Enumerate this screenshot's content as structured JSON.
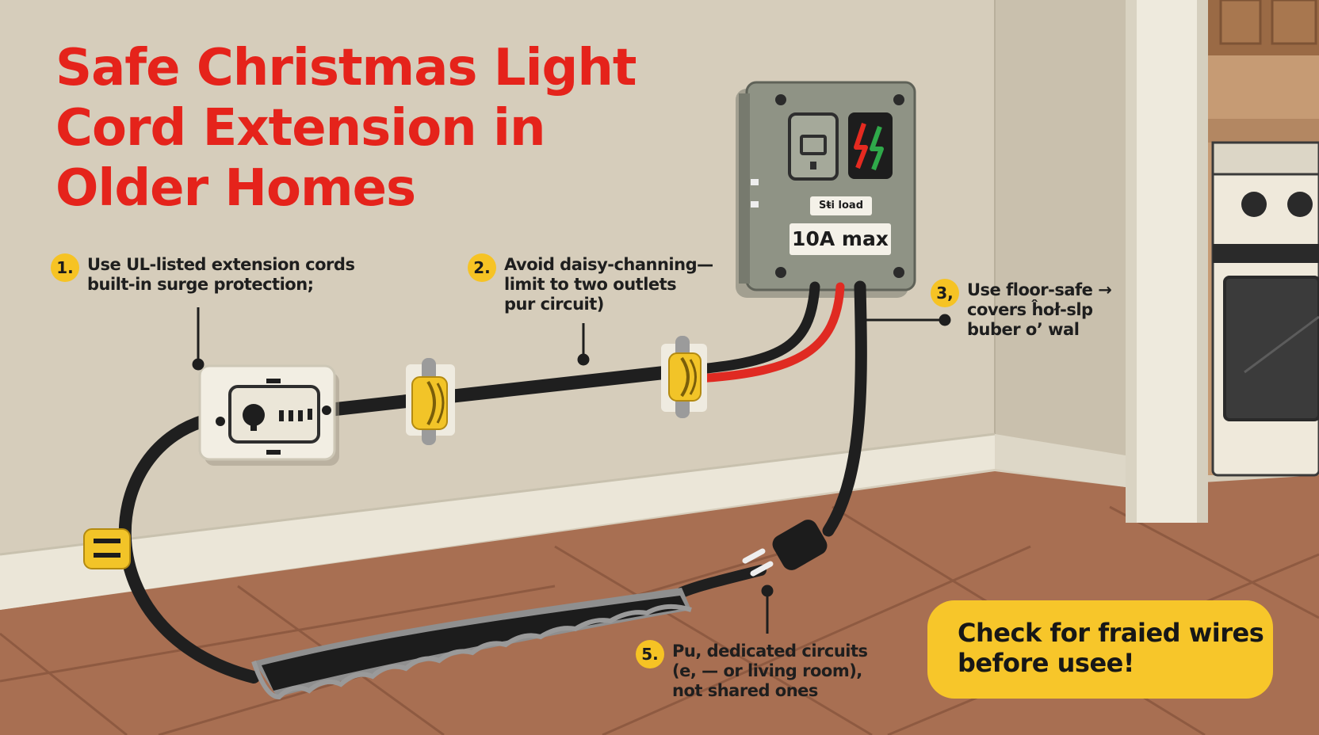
{
  "title": {
    "lines": [
      "Safe Christmas Light",
      "Cord Extension in",
      "Older Homes"
    ]
  },
  "steps": [
    {
      "number": "1.",
      "lines": [
        "Use UL-listed extension cords",
        "built-in surge protection;"
      ]
    },
    {
      "number": "2.",
      "lines": [
        "Avoid daisy-channing—",
        "limit to two outlets",
        "pur circuit)"
      ]
    },
    {
      "number": "3,",
      "lines": [
        "Use floor-safe →",
        "covers ĥoł-slp",
        "buber oʼ wal"
      ]
    },
    {
      "number": "5.",
      "lines": [
        "Pu, dedicated circuits",
        "(e, — or living room),",
        "not shared ones"
      ]
    }
  ],
  "panel": {
    "label_small": "Sŧi load",
    "label_big": "10A max"
  },
  "callout": {
    "lines": [
      "Check for fraied wires",
      "before usee!"
    ]
  },
  "colors": {
    "title_red": "#e5231b",
    "accent_yellow": "#f6c324",
    "wall": "#d6cdbb",
    "floor": "#a86f52",
    "cord_black": "#1f1f1f",
    "cord_red": "#e02a22",
    "panel_gray": "#8f9385"
  },
  "icons": [
    "outlet-icon",
    "breaker-panel-icon",
    "switch-icon",
    "lightning-icon",
    "cord-clip-icon",
    "plug-icon",
    "stove-icon"
  ]
}
